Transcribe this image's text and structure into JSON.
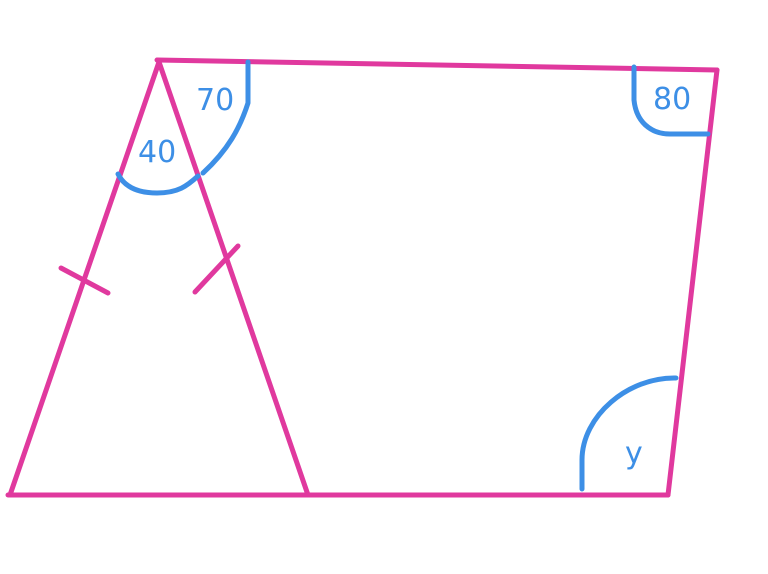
{
  "colors": {
    "background": "#ffffff",
    "shape_stroke": "#e0399e",
    "annotation_stroke": "#3d8fe6",
    "label_text": "#3d8fe6"
  },
  "labels": {
    "apex_left_angle": "40",
    "apex_right_angle": "70",
    "top_right_angle": "80",
    "bottom_right_angle": "y"
  }
}
